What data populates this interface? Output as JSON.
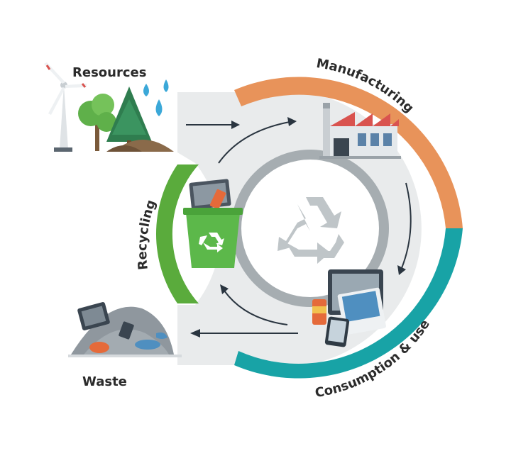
{
  "labels": {
    "resources": "Resources",
    "manufacturing": "Manufacturing",
    "consumption": "Consumption & use",
    "waste": "Waste",
    "recycling": "Recycling"
  },
  "colors": {
    "manufacturing_arc": "#e8935a",
    "consumption_arc": "#18a3a6",
    "recycling_arc": "#5aab3c",
    "band": "#e9ebec",
    "ring": "#a6adb1",
    "arrow": "#2a3540",
    "recycle_symbol": "#bfc5c8"
  },
  "icons": [
    "wind-turbine-icon",
    "trees-icon",
    "water-drops-icon",
    "factory-icon",
    "devices-icon",
    "recycle-bin-icon",
    "garbage-pile-icon",
    "recycle-symbol-icon"
  ]
}
